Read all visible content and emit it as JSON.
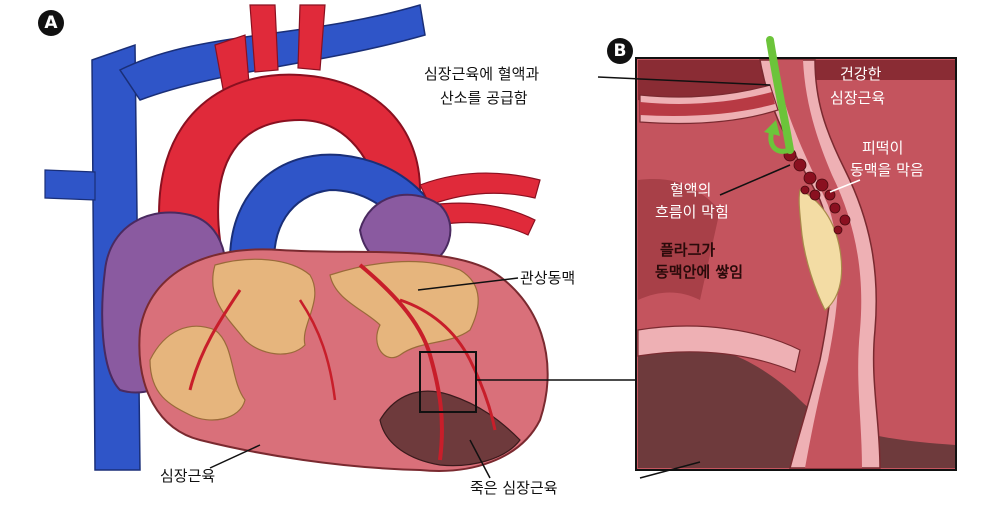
{
  "panels": {
    "a": {
      "badge": "A"
    },
    "b": {
      "badge": "B"
    }
  },
  "labels": {
    "supply_line1": "심장근육에 혈액과",
    "supply_line2": "산소를 공급함",
    "coronary_artery": "관상동맥",
    "heart_muscle": "심장근육",
    "dead_muscle": "죽은 심장근육",
    "healthy_line1": "건강한",
    "healthy_line2": "심장근육",
    "clot_line1": "피떡이",
    "clot_line2": "동맥을 막음",
    "flow_line1": "혈액의",
    "flow_line2": "흐름이 막힘",
    "plaque_line1": "플라그가",
    "plaque_line2": "동맥안에 쌓임"
  },
  "colors": {
    "vein_blue": "#2f55c8",
    "aorta_red": "#e02a3a",
    "heart_pink": "#d9707a",
    "fat_tan": "#e6b57d",
    "atrium_purple": "#8a5aa0",
    "dead_tissue": "#6e3a3c",
    "panel_bg": "#c4545e",
    "blood_flow_green": "#6cc43a",
    "plaque_cream": "#f3dca4"
  }
}
